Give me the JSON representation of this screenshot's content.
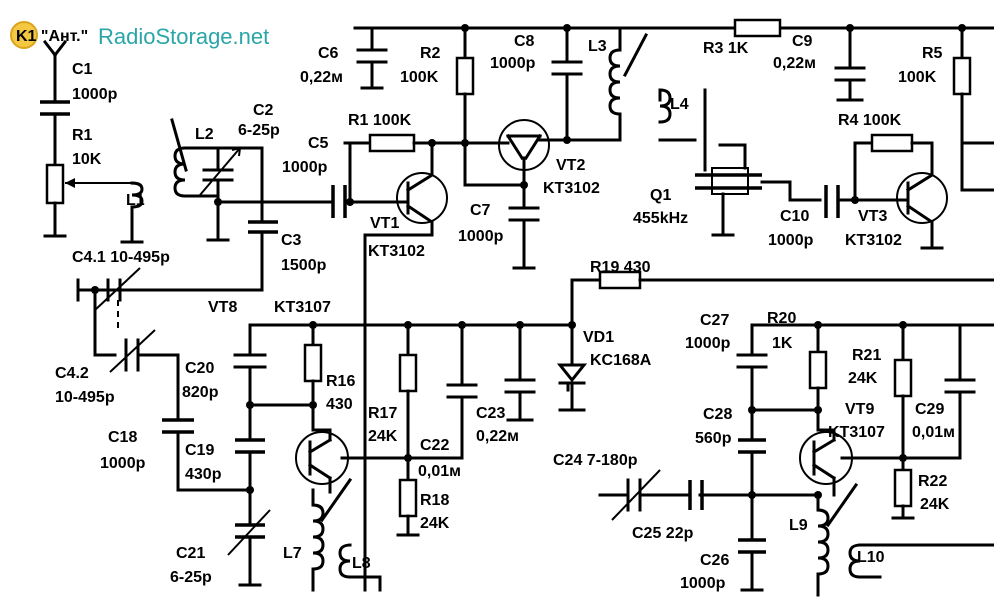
{
  "watermark": {
    "prefix": "K1 \"Ант.\"",
    "site": "RadioStorage.net"
  },
  "labels": {
    "c1": "C1",
    "c1v": "1000p",
    "r1": "R1",
    "r1v": "10K",
    "l1": "L1",
    "l2": "L2",
    "c2": "C2",
    "c2v": "6-25p",
    "c3": "C3",
    "c3v": "1500p",
    "c41": "C4.1 10-495p",
    "c42": "C4.2",
    "c42v": "10-495p",
    "c5": "C5",
    "c5v": "1000p",
    "r1b": "R1 100K",
    "c6": "C6",
    "c6v": "0,22м",
    "r2": "R2",
    "r2v": "100K",
    "c8": "C8",
    "c8v": "1000p",
    "l3": "L3",
    "r3": "R3 1K",
    "c9": "C9",
    "c9v": "0,22м",
    "r5": "R5",
    "r5v": "100K",
    "vt1": "VT1",
    "vt1t": "KT3102",
    "vt2": "VT2",
    "vt2t": "KT3102",
    "c7": "C7",
    "c7v": "1000p",
    "l4": "L4",
    "q1": "Q1",
    "q1v": "455kHz",
    "c10": "C10",
    "c10v": "1000p",
    "r4": "R4 100K",
    "vt3": "VT3",
    "vt3t": "KT3102",
    "vt8": "VT8",
    "vt8t": "KT3107",
    "r19": "R19 430",
    "vd1": "VD1",
    "vd1t": "KC168A",
    "c20": "C20",
    "c20v": "820p",
    "r16": "R16",
    "r16v": "430",
    "r17": "R17",
    "r17v": "24K",
    "c22": "C22",
    "c22v": "0,01м",
    "c23": "C23",
    "c23v": "0,22м",
    "c18": "C18",
    "c18v": "1000p",
    "c19": "C19",
    "c19v": "430p",
    "r18": "R18",
    "r18v": "24K",
    "c21": "C21",
    "c21v": "6-25p",
    "l7": "L7",
    "l8": "L8",
    "c27": "C27",
    "c27v": "1000p",
    "r20": "R20",
    "r20v": "1K",
    "r21": "R21",
    "r21v": "24K",
    "vt9": "VT9",
    "vt9t": "KT3107",
    "c28": "C28",
    "c28v": "560p",
    "c29": "C29",
    "c29v": "0,01м",
    "c24": "C24 7-180p",
    "r22": "R22",
    "r22v": "24K",
    "c25": "C25 22p",
    "c26": "C26",
    "c26v": "1000p",
    "l9": "L9",
    "l10": "L10"
  }
}
